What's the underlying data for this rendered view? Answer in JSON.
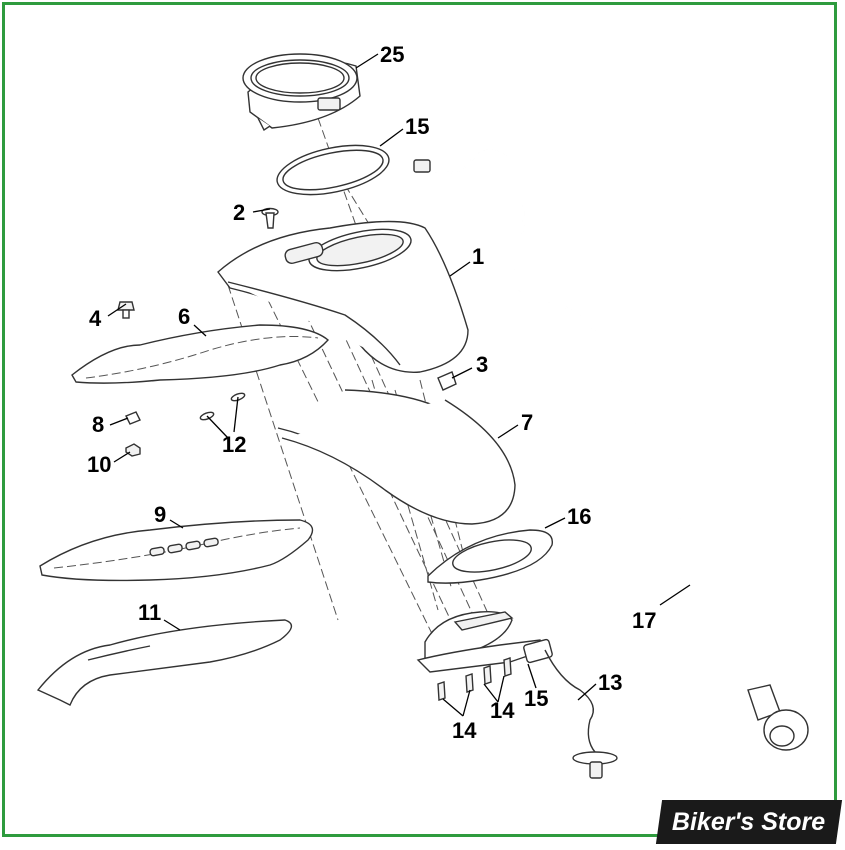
{
  "callouts": {
    "c25": "25",
    "c15a": "15",
    "c2": "2",
    "c1": "1",
    "c4": "4",
    "c6": "6",
    "c3": "3",
    "c7": "7",
    "c8": "8",
    "c12": "12",
    "c10": "10",
    "c9": "9",
    "c16": "16",
    "c11": "11",
    "c17": "17",
    "c13": "13",
    "c14a": "14",
    "c15b": "15",
    "c14b": "14"
  },
  "watermark": {
    "text": "Biker's Store"
  },
  "colors": {
    "border": "#2e9b3e",
    "lines": "#333333",
    "watermark_bg": "#1a1a1a"
  }
}
